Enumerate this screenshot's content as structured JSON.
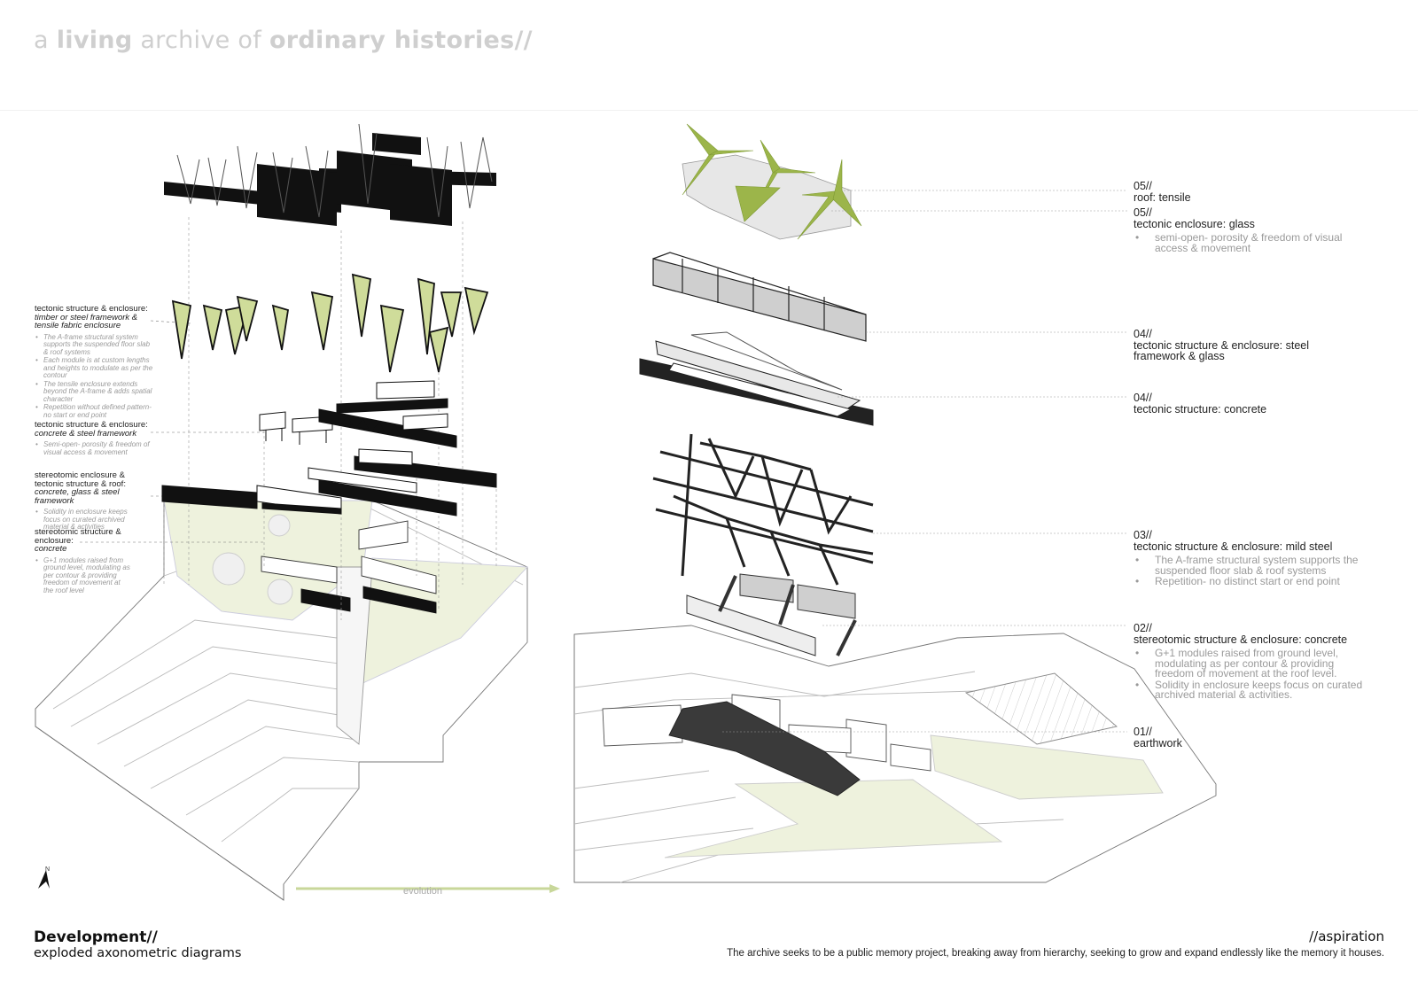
{
  "header": {
    "title_parts": [
      "a ",
      "living",
      " archive of ",
      "ordinary histories//"
    ]
  },
  "left_notes": [
    {
      "heading": "tectonic structure & enclosure:",
      "sub": "timber or steel framework & tensile fabric enclosure",
      "bullets": [
        "The A-frame structural system supports the suspended floor slab & roof systems",
        "Each module is at custom lengths and heights to modulate as per the contour",
        "The tensile enclosure extends beyond the A-frame & adds spatial character",
        "Repetition without defined pattern- no start or end point"
      ]
    },
    {
      "heading": "tectonic structure & enclosure:",
      "sub": "concrete & steel framework",
      "bullets": [
        "Semi-open- porosity & freedom of visual access & movement"
      ]
    },
    {
      "heading": "stereotomic enclosure & tectonic structure & roof:",
      "sub": "concrete, glass & steel framework",
      "bullets": [
        "Solidity in enclosure keeps focus on curated archived material & activities"
      ]
    },
    {
      "heading": "stereotomic structure & enclosure:",
      "sub": "concrete",
      "bullets": [
        "G+1 modules raised from ground level, modulating as per contour & providing freedom of movement at the roof level"
      ]
    }
  ],
  "right_notes": [
    {
      "num": "05//",
      "title": "roof: tensile",
      "bullets": []
    },
    {
      "num": "05//",
      "title": "tectonic enclosure: glass",
      "bullets": [
        "semi-open- porosity & freedom of visual access & movement"
      ]
    },
    {
      "num": "04//",
      "title": "tectonic structure & enclosure: steel framework & glass",
      "bullets": []
    },
    {
      "num": "04//",
      "title": "tectonic structure: concrete",
      "bullets": []
    },
    {
      "num": "03//",
      "title": "tectonic structure & enclosure: mild steel",
      "bullets": [
        "The A-frame structural system supports the suspended floor slab & roof systems",
        "Repetition- no distinct start or end point"
      ]
    },
    {
      "num": "02//",
      "title": "stereotomic structure & enclosure: concrete",
      "bullets": [
        "G+1 modules raised from ground level, modulating as per contour & providing freedom of movement at the roof level.",
        "Solidity in enclosure keeps focus on curated archived material & activities."
      ]
    },
    {
      "num": "01//",
      "title": "earthwork",
      "bullets": []
    }
  ],
  "evolution_label": "evolution",
  "north_label": "N",
  "footer": {
    "left_title": "Development//",
    "left_sub": "exploded axonometric diagrams",
    "right_title": "//aspiration",
    "right_text": "The archive seeks to be a public memory project, breaking away from hierarchy, seeking to grow and expand endlessly like the memory it houses."
  },
  "colors": {
    "accent_green": "#c8d79a",
    "fabric_green": "#9cb54a",
    "dark": "#1a1a1a",
    "header_grey": "#cfcfcf"
  }
}
